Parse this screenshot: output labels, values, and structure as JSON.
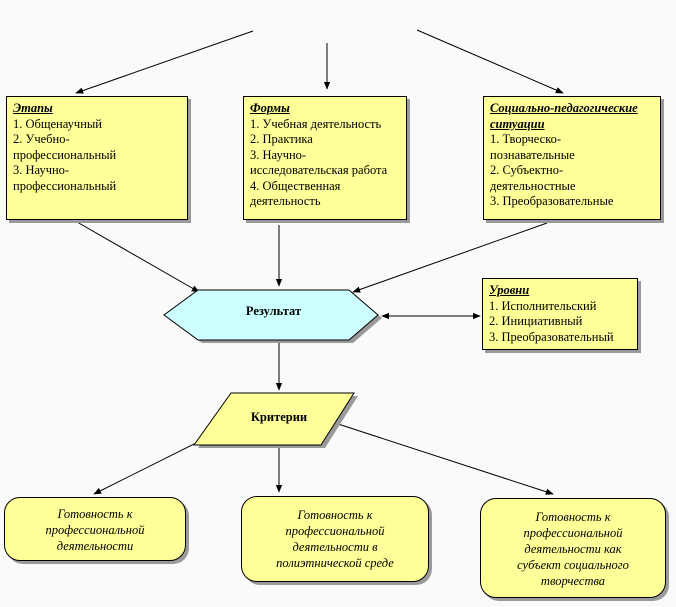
{
  "stages": {
    "title": "Этапы",
    "items": [
      "1. Общенаучный",
      "2. Учебно-",
      "профессиональный",
      "3. Научно-",
      "профессиональный"
    ]
  },
  "forms": {
    "title": "Формы",
    "items": [
      "1. Учебная деятельность",
      "2. Практика",
      "3. Научно-",
      "исследовательская работа",
      "4. Общественная",
      "деятельность"
    ]
  },
  "situations": {
    "title_line1": "Социально-педагогические",
    "title_line2": "ситуации",
    "items": [
      "1. Творческо-",
      "познавательные",
      "2. Субъектно-",
      "деятельностные",
      "3. Преобразовательные"
    ]
  },
  "levels": {
    "title": "Уровни",
    "items": [
      "1. Исполнительский",
      "2. Инициативный",
      "3. Преобразовательный"
    ]
  },
  "result": {
    "label": "Результат"
  },
  "criteria": {
    "label": "Критерии"
  },
  "readiness": [
    {
      "lines": [
        "Готовность к",
        "профессиональной",
        "деятельности"
      ]
    },
    {
      "lines": [
        "Готовность к",
        "профессиональной",
        "деятельности в",
        "полиэтнической среде"
      ]
    },
    {
      "lines": [
        "Готовность к",
        "профессиональной",
        "деятельности как",
        "субъект социального",
        "творчества"
      ]
    }
  ],
  "colors": {
    "box_fill": "#ffff99",
    "hexagon_fill": "#ccffff",
    "parallelogram_fill": "#ffff99",
    "line": "#000000"
  }
}
